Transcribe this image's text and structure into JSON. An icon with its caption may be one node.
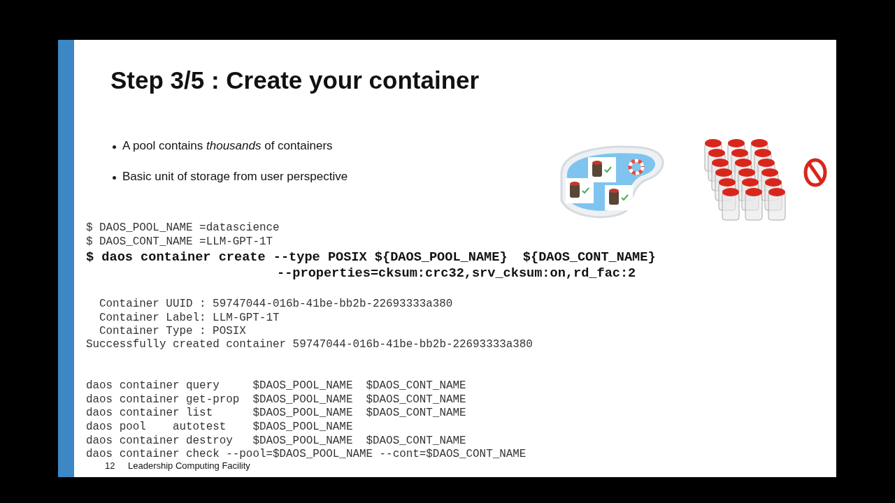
{
  "diagram": {
    "title": "Step 3/5 : Create your container",
    "labels": [
      "A pool contains *thousands* of containers",
      "Basic unit of storage from user perspective",
      "$ DAOS_POOL_NAME =datascience",
      "$ DAOS_CONT_NAME =LLM-GPT-1T",
      "$ daos container create --type POSIX ${DAOS_POOL_NAME}  ${DAOS_CONT_NAME}",
      "--properties=cksum:crc32,srv_cksum:on,rd_fac:2",
      "Container UUID : 59747044-016b-41be-bb2b-22693333a380",
      "Container Label: LLM-GPT-1T",
      "Container Type : POSIX",
      "Successfully created container 59747044-016b-41be-bb2b-22693333a380",
      "daos container query     $DAOS_POOL_NAME  $DAOS_CONT_NAME",
      "daos container get-prop  $DAOS_POOL_NAME  $DAOS_CONT_NAME",
      "daos container list      $DAOS_POOL_NAME  $DAOS_CONT_NAME",
      "daos pool    autotest    $DAOS_POOL_NAME",
      "daos container destroy   $DAOS_POOL_NAME  $DAOS_CONT_NAME",
      "daos container check --pool=$DAOS_POOL_NAME --cont=$DAOS_CONT_NAME",
      "12",
      "Leadership Computing Facility"
    ]
  }
}
